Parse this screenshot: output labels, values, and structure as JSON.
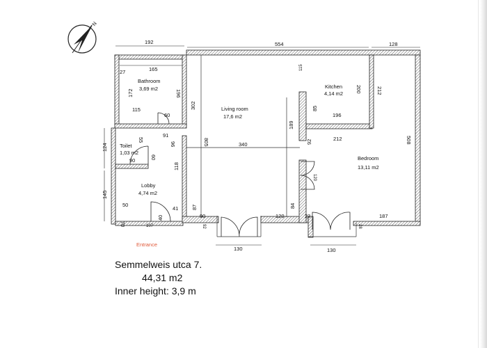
{
  "compass": {
    "label": "N"
  },
  "rooms": {
    "bathroom": {
      "name": "Bathroom",
      "area": "3,69 m2"
    },
    "toilet": {
      "name": "Toilet",
      "area": "1,03 m2"
    },
    "lobby": {
      "name": "Lobby",
      "area": "4,74 m2"
    },
    "living_room": {
      "name": "Living room",
      "area": "17,6 m2"
    },
    "kitchen": {
      "name": "Kitchen",
      "area": "4,14 m2"
    },
    "bedroom": {
      "name": "Bedroom",
      "area": "13,11 m2"
    }
  },
  "dimensions": {
    "top_left": "192",
    "top_mid": "554",
    "top_right": "128",
    "bath_165": "165",
    "bath_27": "27",
    "bath_172": "172",
    "bath_196": "196",
    "bath_115": "115",
    "bath_60": "60",
    "d_302": "302",
    "d_91": "91",
    "d_96": "96",
    "d_805": "805",
    "d_340": "340",
    "toilet_124": "124",
    "toilet_55": "55",
    "toilet_90": "90",
    "toilet_60": "60",
    "lobby_118": "118",
    "lobby_145": "145",
    "lobby_50": "50",
    "lobby_41": "41",
    "lobby_40": "40",
    "lobby_107": "107",
    "lobby_70": "70",
    "d_87": "87",
    "d_90": "90",
    "d_92": "92",
    "d_120_bottom": "120",
    "d_84": "84",
    "d_23": "23",
    "d_187": "187",
    "d_28": "28",
    "d_130_a": "130",
    "d_130_b": "130",
    "d_189": "189",
    "d_115": "115",
    "d_85": "85",
    "d_196": "196",
    "d_212_mid": "212",
    "d_200": "200",
    "d_212_right": "212",
    "d_508": "508",
    "d_92b": "92",
    "d_120_door": "120"
  },
  "entrance": {
    "label": "Entrance"
  },
  "caption": {
    "address": "Semmelweis utca 7.",
    "area": "44,31 m2",
    "height": "Inner height: 3,9 m"
  }
}
